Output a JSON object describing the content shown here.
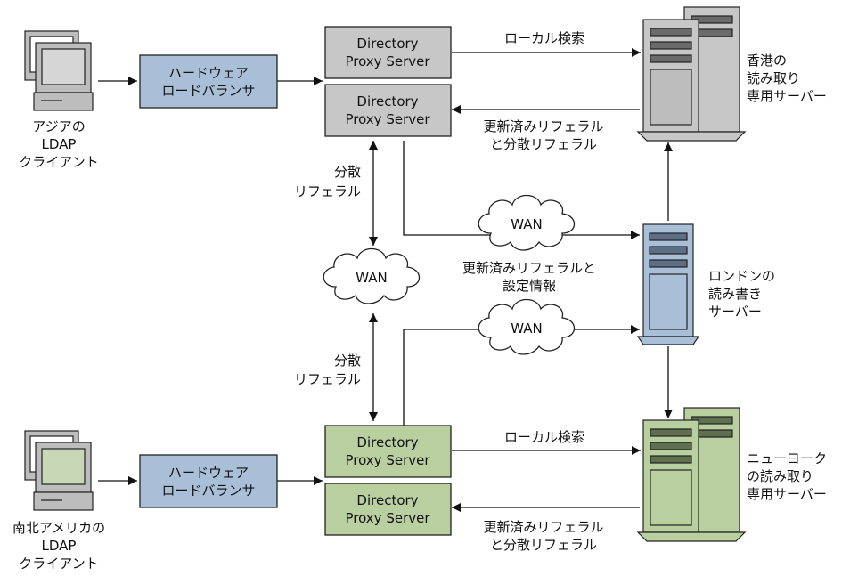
{
  "clients": {
    "asia": [
      "アジアの",
      "LDAP",
      "クライアント"
    ],
    "south_america": [
      "南北アメリカの",
      "LDAP",
      "クライアント"
    ]
  },
  "load_balancers": {
    "top": [
      "ハードウェア",
      "ロードバランサ"
    ],
    "bottom": [
      "ハードウェア",
      "ロードバランサ"
    ]
  },
  "proxies": {
    "top1": [
      "Directory",
      "Proxy Server"
    ],
    "top2": [
      "Directory",
      "Proxy Server"
    ],
    "bottom1": [
      "Directory",
      "Proxy Server"
    ],
    "bottom2": [
      "Directory",
      "Proxy Server"
    ]
  },
  "servers": {
    "hongkong": [
      "香港の",
      "読み取り",
      "専用サーバー"
    ],
    "london": [
      "ロンドンの",
      "読み書き",
      "サーバー"
    ],
    "newyork": [
      "ニューヨーク",
      "の読み取り",
      "専用サーバー"
    ]
  },
  "edges": {
    "local_search_top": "ローカル検索",
    "referral_top": [
      "更新済みリフェラル",
      "と分散リフェラル"
    ],
    "distributed_top": [
      "分散",
      "リフェラル"
    ],
    "distributed_bottom": [
      "分散",
      "リフェラル"
    ],
    "wan_update": [
      "更新済みリフェラルと",
      "設定情報"
    ],
    "local_search_bottom": "ローカル検索",
    "referral_bottom": [
      "更新済みリフェラル",
      "と分散リフェラル"
    ]
  },
  "wan": {
    "top": "WAN",
    "middle": "WAN",
    "bottom": "WAN"
  },
  "colors": {
    "gray": "#c7c7c7",
    "blue": "#a9bfd8",
    "green": "#b9cf9f",
    "stroke": "#222222",
    "server_dark_gray": "#6b6b6b",
    "server_dark_blue": "#5d6f86",
    "server_dark_green": "#5f7050"
  }
}
